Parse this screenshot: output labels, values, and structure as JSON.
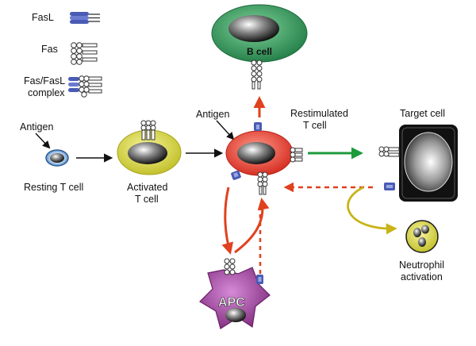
{
  "legend": {
    "fasl": "FasL",
    "fas": "Fas",
    "complex_line1": "Fas/FasL",
    "complex_line2": "complex"
  },
  "labels": {
    "antigen_left": "Antigen",
    "resting_t_cell": "Resting T cell",
    "activated_line1": "Activated",
    "activated_line2": "T cell",
    "antigen_center": "Antigen",
    "restimulated_line1": "Restimulated",
    "restimulated_line2": "T cell",
    "target_cell": "Target cell",
    "b_cell": "B cell",
    "apc": "APC",
    "neutrophil_line1": "Neutrophil",
    "neutrophil_line2": "activation"
  },
  "colors": {
    "red_arrow": "#e0411e",
    "green_arrow": "#1e9a3c",
    "yellow_arrow": "#c8b416",
    "black_arrow": "#111111",
    "b_cell_fill": "#2f8f55",
    "activated_cell_fill": "#d8d63a",
    "restimulated_cell_fill": "#e5392a",
    "apc_fill": "#9c3a9a",
    "neutrophil_fill": "#e7e23f",
    "target_cell_fill": "#111111",
    "fasl_blue": "#4a5bb5"
  }
}
